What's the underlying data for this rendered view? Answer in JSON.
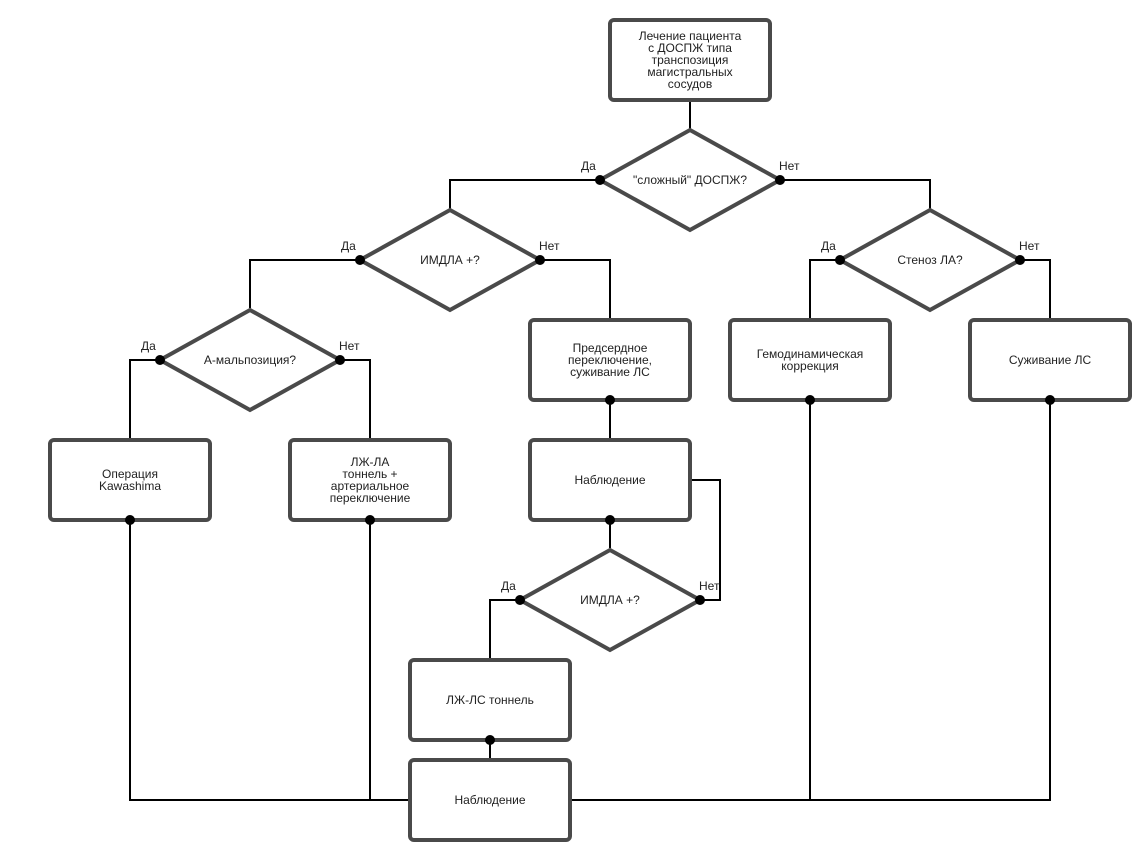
{
  "nodes": {
    "start": {
      "lines": [
        "Лечение пациента",
        "с ДОСПЖ типа",
        "транспозиция",
        "магистральных",
        "сосудов"
      ]
    },
    "q_complex": {
      "lines": [
        "\"сложный\" ДОСПЖ?"
      ]
    },
    "q_imdla1": {
      "lines": [
        "ИМДЛА +?"
      ]
    },
    "q_stenosis": {
      "lines": [
        "Стеноз ЛА?"
      ]
    },
    "q_amal": {
      "lines": [
        "А-мальпозиция?"
      ]
    },
    "atrial_switch": {
      "lines": [
        "Предсердное",
        "переключение,",
        "суживание ЛС"
      ]
    },
    "hemo_correction": {
      "lines": [
        "Гемодинамическая",
        "коррекция"
      ]
    },
    "narrow_pa": {
      "lines": [
        "Суживание ЛС"
      ]
    },
    "kawashima": {
      "lines": [
        "Операция",
        "Kawashima"
      ]
    },
    "lv_pa_tunnel": {
      "lines": [
        "ЛЖ-ЛА",
        "тоннель +",
        "артериальное",
        "переключение"
      ]
    },
    "observe_mid": {
      "lines": [
        "Наблюдение"
      ]
    },
    "q_imdla2": {
      "lines": [
        "ИМДЛА +?"
      ]
    },
    "lv_pa_tunnel2": {
      "lines": [
        "ЛЖ-ЛС тоннель"
      ]
    },
    "observe_final": {
      "lines": [
        "Наблюдение"
      ]
    }
  },
  "edge_labels": {
    "complex_yes": "Да",
    "complex_no": "Нет",
    "imdla1_yes": "Да",
    "imdla1_no": "Нет",
    "stenosis_yes": "Да",
    "stenosis_no": "Нет",
    "amal_yes": "Да",
    "amal_no": "Нет",
    "imdla2_yes": "Да",
    "imdla2_no": "Нет"
  },
  "colors": {
    "node_border": "#4a4a4a",
    "edge": "#000000",
    "text": "#222222",
    "background": "#ffffff"
  }
}
